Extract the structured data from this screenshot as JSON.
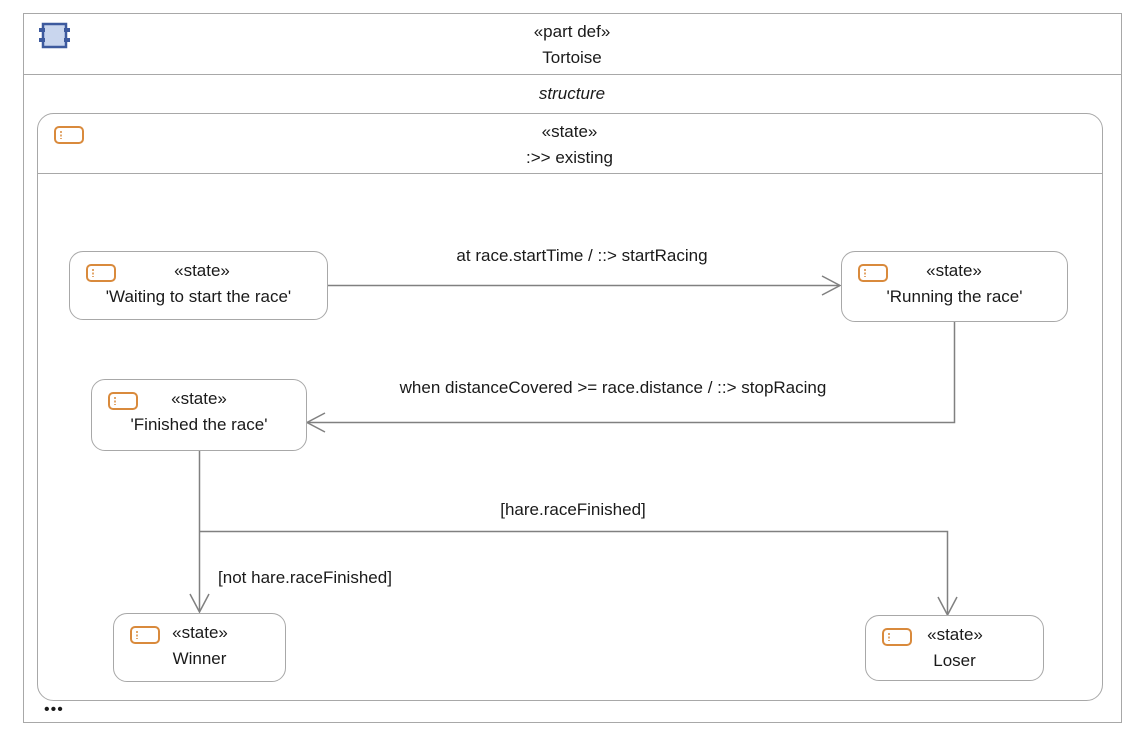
{
  "part": {
    "stereotype": "«part def»",
    "name": "Tortoise",
    "compartment": "structure",
    "more": "•••"
  },
  "container_state": {
    "stereotype": "«state»",
    "name": ":>> existing"
  },
  "states": {
    "waiting": {
      "stereotype": "«state»",
      "name": "'Waiting to start the race'"
    },
    "running": {
      "stereotype": "«state»",
      "name": "'Running the race'"
    },
    "finished": {
      "stereotype": "«state»",
      "name": "'Finished the race'"
    },
    "winner": {
      "stereotype": "«state»",
      "name": "Winner"
    },
    "loser": {
      "stereotype": "«state»",
      "name": "Loser"
    }
  },
  "transitions": {
    "start": "at race.startTime / ::> startRacing",
    "stop": "when distanceCovered >= race.distance / ::> stopRacing",
    "lose_guard": "[hare.raceFinished]",
    "win_guard": "[not hare.raceFinished]"
  },
  "colors": {
    "border": "#a8a8a8",
    "state_icon": "#d98a3c",
    "part_icon": "#3d5a9e",
    "part_icon_fill": "#c9d6ee",
    "arrow": "#808080"
  }
}
